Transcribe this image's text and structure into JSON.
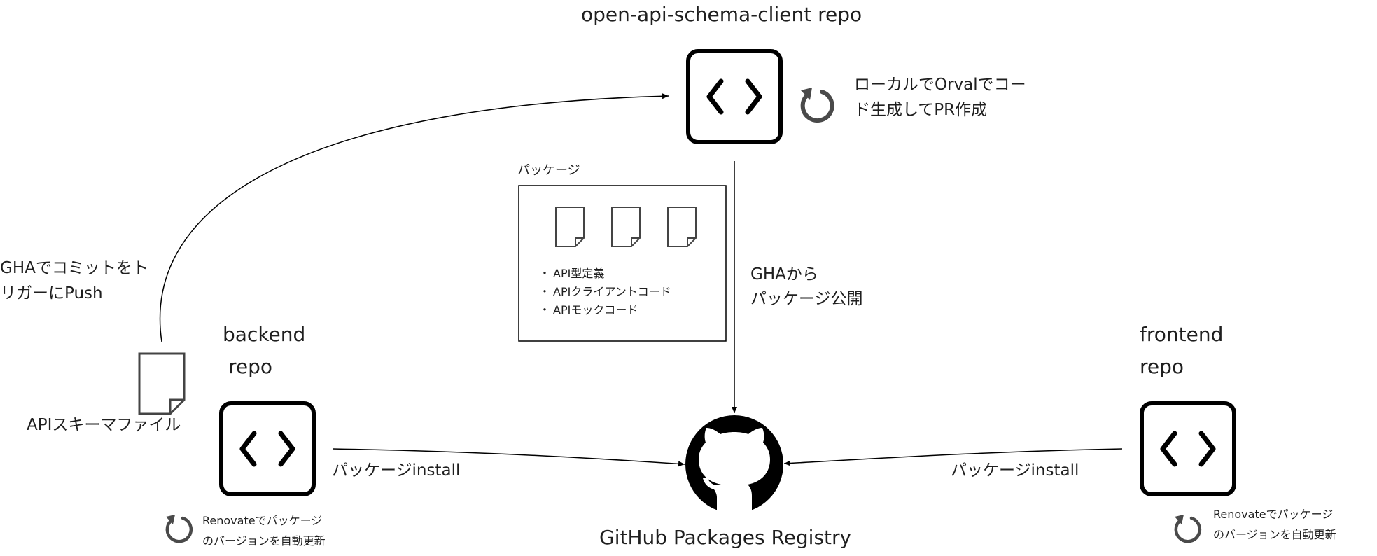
{
  "top_repo": {
    "title": "open-api-schema-client repo",
    "note_line1": "ローカルでOrvalでコー",
    "note_line2": "ド生成してPR作成"
  },
  "package_box": {
    "title": "パッケージ",
    "items": [
      "API型定義",
      "APIクライアントコード",
      "APIモックコード"
    ]
  },
  "publish_label": {
    "line1": "GHAから",
    "line2": "パッケージ公開"
  },
  "push_label": {
    "line1": "GHAでコミットをト",
    "line2": "リガーにPush"
  },
  "schema_file": {
    "label": "APIスキーマファイル"
  },
  "backend": {
    "line1": "backend",
    "line2": "repo",
    "install": "パッケージinstall",
    "renovate_line1": "Renovateでパッケージ",
    "renovate_line2": "のバージョンを自動更新"
  },
  "frontend": {
    "line1": "frontend",
    "line2": "repo",
    "install": "パッケージinstall",
    "renovate_line1": "Renovateでパッケージ",
    "renovate_line2": "のバージョンを自動更新"
  },
  "registry": {
    "label": "GitHub Packages Registry"
  },
  "icons": {
    "repo": "code-brackets-icon",
    "refresh": "refresh-icon",
    "file": "document-icon",
    "registry": "github-octocat-icon"
  },
  "colors": {
    "stroke": "#000000",
    "text": "#1f1f1f",
    "icon_gray": "#4a4a4a"
  }
}
